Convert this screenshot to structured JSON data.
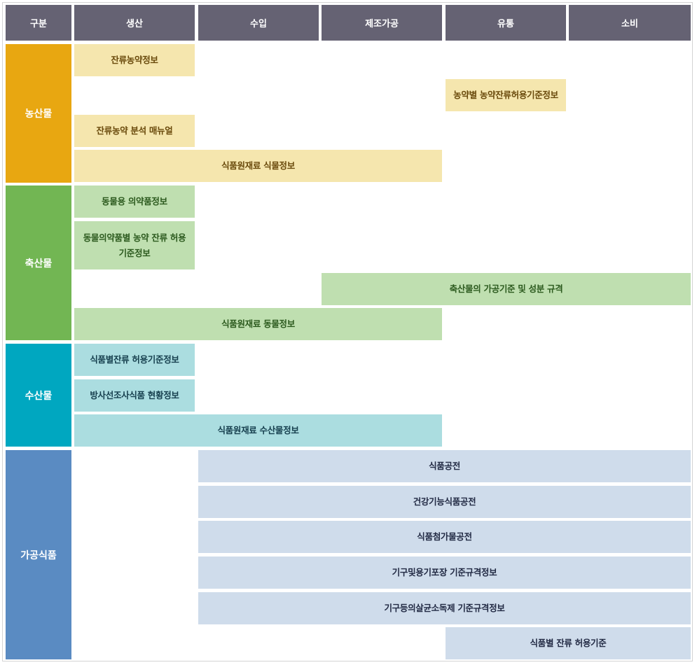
{
  "colors": {
    "header_bg": "#656273",
    "agri": "#e8a711",
    "livestock": "#72b653",
    "seafood": "#00a7c0",
    "processed": "#5a8bc2",
    "agri_cell": "#f5e6ae",
    "livestock_cell": "#bfdfb0",
    "seafood_cell": "#abdde0",
    "processed_cell": "#cfdceb"
  },
  "header": [
    "구분",
    "생산",
    "수입",
    "제조가공",
    "유통",
    "소비"
  ],
  "categories": {
    "agri": "농산물",
    "livestock": "축산물",
    "seafood": "수산물",
    "processed": "가공식품"
  },
  "cells": {
    "agri": {
      "residue_info": "잔류농약정보",
      "by_pesticide": "농약별 농약잔류허용기준정보",
      "analysis_manual": "잔류농약 분석 매뉴얼",
      "plant_material": "식품원재료 식물정보"
    },
    "livestock": {
      "animal_drug": "동물용 의약품정보",
      "drug_residue": "동물의약품별 농약 잔류 허용 기준정보",
      "processing_std": "축산물의 가공기준 및 성분 규격",
      "animal_material": "식품원재료 동물정보"
    },
    "seafood": {
      "residue_limit": "식품별잔류 허용기준정보",
      "radiation": "방사선조사식품 현황정보",
      "seafood_material": "식품원재료 수산물정보"
    },
    "processed": {
      "food_code": "식품공전",
      "health_food_code": "건강기능식품공전",
      "additive_code": "식품첨가물공전",
      "packaging_std": "기구및용기포장 기준규격정보",
      "disinfectant_std": "기구등의살균소독제 기준규격정보",
      "food_residue_std": "식품별 잔류 허용기준"
    }
  }
}
